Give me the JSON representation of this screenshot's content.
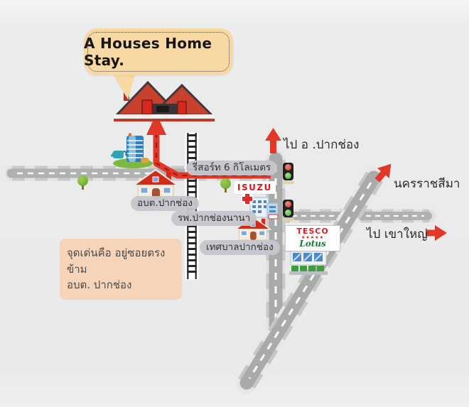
{
  "bubble": {
    "text": "A Houses Home Stay."
  },
  "directions": {
    "pakchong": "ไป อ .ปากช่อง",
    "nakhon_ratchasima": "นครราชสีมา",
    "khao_yai": "ไป เขาใหญ่"
  },
  "labels": {
    "resort_distance": "รีสอร์ท 6 กิโลเมตร",
    "sao_pakchong": "อบต.ปากช่อง",
    "hospital": "รพ.ปากช่องนานา",
    "municipality": "เทศบาลปากช่อง"
  },
  "note": {
    "line1": "จุดเด่นคือ อยู่ซอยตรงข้าม",
    "line2": "อบต. ปากช่อง"
  },
  "brands": {
    "isuzu": "ISUZU",
    "tesco": "TESCO",
    "tesco_stars": "★★★★★",
    "lotus": "Lotus"
  },
  "icons": {
    "homestay_houses": "two red A-frame houses",
    "office_building": "blue office building with watering can",
    "cottage": "red roof cottage",
    "hospital": "blue hospital building with red cross",
    "tesco_store": "storefront with green awning",
    "traffic_light": "red/green traffic light",
    "tree": "round green tree",
    "railway": "railway ladder track"
  },
  "colors": {
    "route_red": "#e2382a",
    "route_dash": "#9e190e",
    "road_gray": "#b0b1b1",
    "road_shoulder": "#c9cac9",
    "pill_gray": "#c5c6ca",
    "bubble_peach": "#f8d9a4",
    "note_peach": "#f6d4b9",
    "isuzu_red": "#e0141c",
    "tesco_red": "#e01b22",
    "lotus_green": "#1c7a3e",
    "background": "#ebecec"
  }
}
